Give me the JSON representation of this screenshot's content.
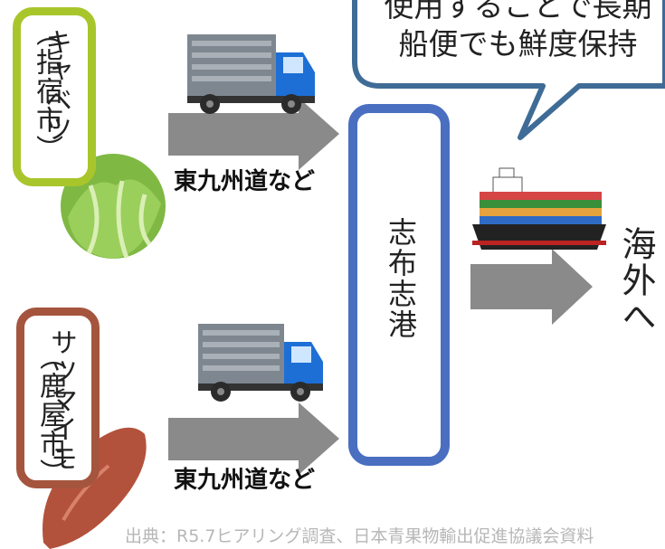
{
  "callout": {
    "line1": "使用することで長期",
    "line2": "船便でも鮮度保持"
  },
  "products": [
    {
      "name": "キャベツ",
      "origin": "（指宿市）",
      "color": "#a8c62b"
    },
    {
      "name": "サツマイモ",
      "origin": "（鹿屋市）",
      "color": "#a5553e"
    }
  ],
  "routes": [
    {
      "label": "東九州道など"
    },
    {
      "label": "東九州道など"
    }
  ],
  "port": {
    "name": "志布志港",
    "color": "#4a6fc1"
  },
  "destination": {
    "label": "海外へ"
  },
  "source": "出典：R5.7ヒアリング調査、日本青果物輸出促進協議会資料"
}
